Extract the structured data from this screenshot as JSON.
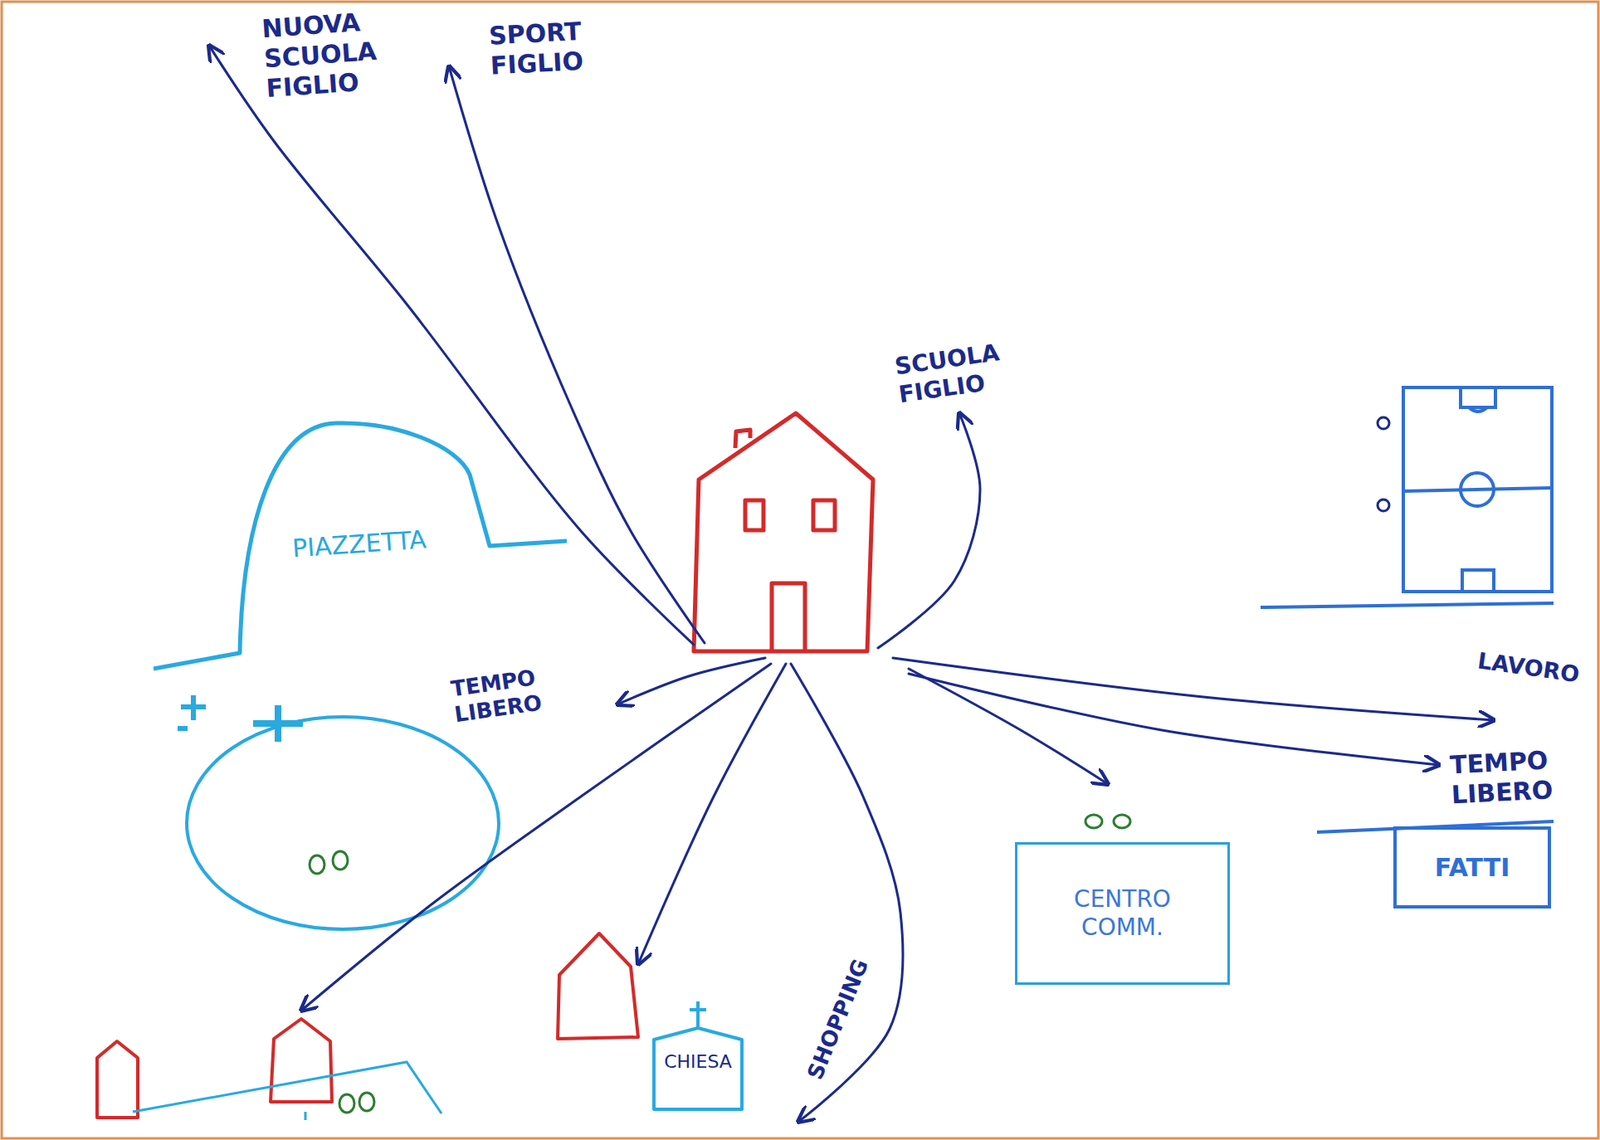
{
  "diagram": {
    "nodes": [
      {
        "text": [
          "PIAZZETTA"
        ]
      },
      {
        "text": [
          "CENTRO COMM."
        ]
      },
      {
        "text": [
          "FATTI"
        ]
      },
      {
        "text": [
          "CHIESA"
        ]
      }
    ],
    "labels": [
      "NUOVA SCUOLA FIGLIO",
      "SPORT FIGLIO",
      "SCUOLA FIGLIO",
      "TEMPO LIBERO",
      "LAVORO",
      "TEMPO LIBERO",
      "SHOPPING"
    ]
  }
}
